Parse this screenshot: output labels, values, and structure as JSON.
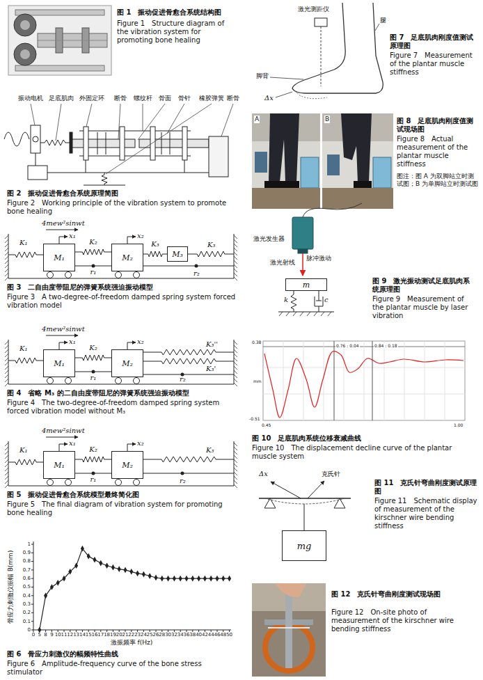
{
  "diagram": {
    "nodes": [
      {
        "text": [
          "M₁"
        ]
      },
      {
        "text": [
          "M₂"
        ]
      },
      {
        "text": [
          "M₃"
        ]
      },
      {
        "text": [
          "M₁"
        ]
      },
      {
        "text": [
          "M₂"
        ]
      },
      {
        "text": [
          "M₁"
        ]
      },
      {
        "text": [
          "M₂"
        ]
      },
      {
        "text": [
          "m"
        ]
      },
      {
        "text": [
          "mg"
        ]
      }
    ],
    "edges": [
      {
        "from": 0,
        "to": 1,
        "arrow": "none",
        "label": "K₂"
      },
      {
        "from": 0,
        "to": 1,
        "arrow": "none",
        "label": "r₁"
      },
      {
        "from": 1,
        "to": 2,
        "arrow": "none",
        "label": "K₃"
      },
      {
        "from": 3,
        "to": 4,
        "arrow": "none",
        "label": "K₂"
      },
      {
        "from": 3,
        "to": 4,
        "arrow": "none",
        "label": "r₁"
      },
      {
        "from": 5,
        "to": 6,
        "arrow": "none",
        "label": "K₂"
      },
      {
        "from": 5,
        "to": 6,
        "arrow": "none",
        "label": "r₁"
      }
    ],
    "labels": [
      "图 1　振动促进骨愈合系统结构图",
      "Figure 1　Structure diagram of the vibration system for promoting bone healing",
      "振动电机",
      "足底肌肉",
      "外固定环",
      "断骨",
      "螺纹杆",
      "骨面",
      "骨针",
      "橡胶弹簧",
      "断骨",
      "图 2　振动促进骨愈合系统原理简图",
      "Figure 2　Working principle of the vibration system to promote bone healing",
      "4mew²sinwt",
      "x₁",
      "x₂",
      "K₁",
      "K₃",
      "r₂",
      "图 3　二自由度带阻尼的弹簧系统强迫振动模型",
      "Figure 3　A two-degree-of-freedom damped spring system forced vibration model",
      "4mew²sinwt",
      "x₁",
      "x₂",
      "K₁",
      "K₃''",
      "K₃'",
      "r₂",
      "图 4　省略 M₃ 的二自由度带阻尼的弹簧系统强迫振动模型",
      "Figure 4　The two-degree-of-freedom damped spring system forced vibration model without M₃",
      "4mew²sinwt",
      "x₁",
      "x₂",
      "K₁",
      "K₃",
      "r₂",
      "图 5　振动促进骨愈合系统模型最终简化图",
      "Figure 5　The final diagram of vibration system for promoting bone healing",
      "骨应力刺激仪振幅 B(mm)",
      "1",
      "0.9",
      "0.8",
      "0.7",
      "0.6",
      "0.5",
      "0.4",
      "0.3",
      "0.2",
      "0.1",
      "0",
      "激振频率 f(Hz)",
      "0",
      "5",
      "8",
      "9",
      "10",
      "11",
      "12",
      "13",
      "14",
      "15",
      "16",
      "17",
      "18",
      "19",
      "20",
      "21",
      "22",
      "23",
      "24",
      "25",
      "26",
      "28",
      "30",
      "32",
      "34",
      "36",
      "38",
      "40",
      "42",
      "44",
      "46",
      "48",
      "50",
      "图 6　骨应力刺激仪的幅频特性曲线",
      "Figure 6　Amplitude-frequency curve of the bone stress stimulator",
      "激光测距仪",
      "腿",
      "脚背",
      "Δx",
      "图 7　足底肌肉刚度值测试原理图",
      "Figure 7　Measurement of the plantar muscle stiffness",
      "A",
      "B",
      "图 8　足底肌肉刚度值测试现场图",
      "Figure 8　Actual measurement of the plantar muscle stiffness",
      "图注：图 A 为双脚站立时测试图；B 为单脚站立时测试图",
      "激光发生器",
      "激光射线",
      "脉冲激动",
      "k",
      "c",
      "图 9　激光振动测试足底肌肉系统原理图",
      "Figure 9　Measurement of the plantar muscle by laser vibration",
      "0.38",
      "0.76 : 0.04",
      "0.84 : 0.18",
      "mm",
      "-0.51",
      "0.45",
      "1.00",
      "图 10　足底肌肉系统位移衰减曲线",
      "Figure 10　The displacement decline curve of the plantar muscle system",
      "Δx",
      "克氏针",
      "图 11　克氏针弯曲刚度测试原理图",
      "Figure 11　Schematic display of measurement of the kirschner wire bending stiffness",
      "图 12　克氏针弯曲刚度测试现场图",
      "Figure 12　On-site photo of measurement of the kirschner wire bending stiffness"
    ]
  }
}
